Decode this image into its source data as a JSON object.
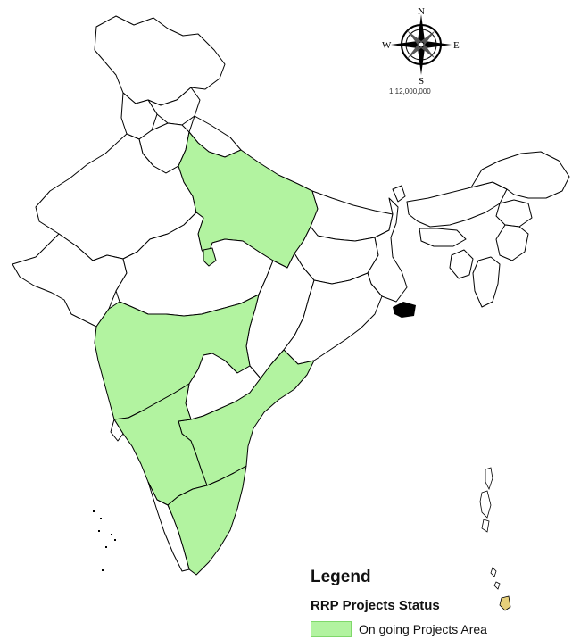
{
  "compass": {
    "north": "N",
    "south": "S",
    "east": "E",
    "west": "W"
  },
  "scale": "1:12,000,000",
  "legend": {
    "title": "Legend",
    "subtitle": "RRP Projects Status",
    "items": [
      {
        "label": "On going Projects Area",
        "color": "#b2f3a0"
      }
    ]
  },
  "colors": {
    "ongoing": "#b2f3a0",
    "boundary": "#000000",
    "plain": "#ffffff"
  }
}
